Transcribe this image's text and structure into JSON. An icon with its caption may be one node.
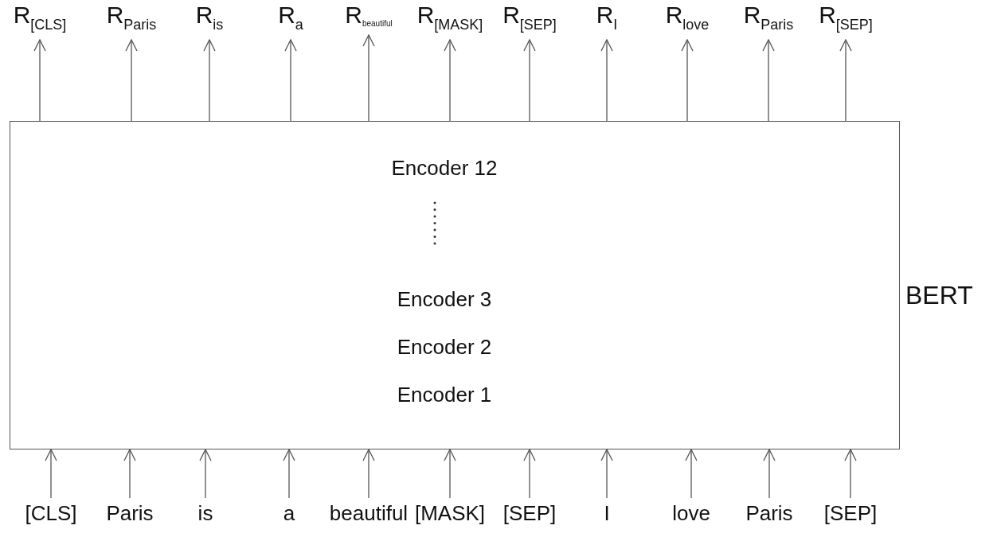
{
  "diagram": {
    "nodes": [
      {
        "text": [
          "Encoder 12",
          "Encoder 3",
          "Encoder 2",
          "Encoder 1",
          "BERT"
        ]
      },
      {
        "text": [
          "[CLS]"
        ]
      },
      {
        "text": [
          "Paris"
        ]
      },
      {
        "text": [
          "is"
        ]
      },
      {
        "text": [
          "a"
        ]
      },
      {
        "text": [
          "beautiful"
        ]
      },
      {
        "text": [
          "[MASK]"
        ]
      },
      {
        "text": [
          "[SEP]"
        ]
      },
      {
        "text": [
          "I"
        ]
      },
      {
        "text": [
          "love"
        ]
      },
      {
        "text": [
          "Paris"
        ]
      },
      {
        "text": [
          "[SEP]"
        ]
      },
      {
        "text": [
          "R$_{[CLS]}$"
        ]
      },
      {
        "text": [
          "R$_{Paris}$"
        ]
      },
      {
        "text": [
          "R$_{is}$"
        ]
      },
      {
        "text": [
          "R$_{a}$"
        ]
      },
      {
        "text": [
          "R$_{beautiful}$"
        ]
      },
      {
        "text": [
          "R$_{[MASK]}$"
        ]
      },
      {
        "text": [
          "R$_{[SEP]}$"
        ]
      },
      {
        "text": [
          "R$_{I}$"
        ]
      },
      {
        "text": [
          "R$_{love}$"
        ]
      },
      {
        "text": [
          "R$_{Paris}$"
        ]
      },
      {
        "text": [
          "R$_{[SEP]}$"
        ]
      }
    ],
    "edges": [
      {
        "from": 1,
        "to": 0,
        "arrow": "to"
      },
      {
        "from": 2,
        "to": 0,
        "arrow": "to"
      },
      {
        "from": 3,
        "to": 0,
        "arrow": "to"
      },
      {
        "from": 4,
        "to": 0,
        "arrow": "to"
      },
      {
        "from": 5,
        "to": 0,
        "arrow": "to"
      },
      {
        "from": 6,
        "to": 0,
        "arrow": "to"
      },
      {
        "from": 7,
        "to": 0,
        "arrow": "to"
      },
      {
        "from": 8,
        "to": 0,
        "arrow": "to"
      },
      {
        "from": 9,
        "to": 0,
        "arrow": "to"
      },
      {
        "from": 10,
        "to": 0,
        "arrow": "to"
      },
      {
        "from": 11,
        "to": 0,
        "arrow": "to"
      },
      {
        "from": 0,
        "to": 12,
        "arrow": "to"
      },
      {
        "from": 0,
        "to": 13,
        "arrow": "to"
      },
      {
        "from": 0,
        "to": 14,
        "arrow": "to"
      },
      {
        "from": 0,
        "to": 15,
        "arrow": "to"
      },
      {
        "from": 0,
        "to": 16,
        "arrow": "to"
      },
      {
        "from": 0,
        "to": 17,
        "arrow": "to"
      },
      {
        "from": 0,
        "to": 18,
        "arrow": "to"
      },
      {
        "from": 0,
        "to": 19,
        "arrow": "to"
      },
      {
        "from": 0,
        "to": 20,
        "arrow": "to"
      },
      {
        "from": 0,
        "to": 21,
        "arrow": "to"
      },
      {
        "from": 0,
        "to": 22,
        "arrow": "to"
      }
    ]
  }
}
